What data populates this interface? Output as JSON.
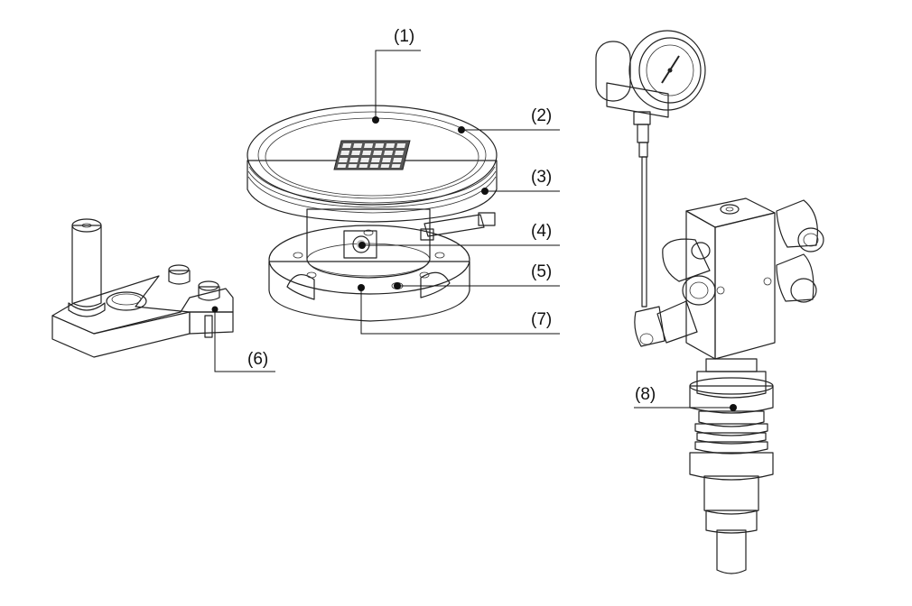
{
  "figure": {
    "components": [
      {
        "id": "vacuum-plate",
        "callout": "(1)"
      },
      {
        "id": "plate-rim",
        "callout": "(2)"
      },
      {
        "id": "plate-seal-ring",
        "callout": "(3)"
      },
      {
        "id": "side-port",
        "callout": "(4)"
      },
      {
        "id": "base-flange",
        "callout": "(5)"
      },
      {
        "id": "mounting-bracket",
        "callout": "(6)"
      },
      {
        "id": "flange-bolt-hole",
        "callout": "(7)"
      },
      {
        "id": "valve-fitting",
        "callout": "(8)"
      }
    ],
    "colors": {
      "line": "#222222",
      "part_fill": "#e9e9e9",
      "part_shade": "#c9c9c9",
      "dark": "#555555"
    }
  }
}
